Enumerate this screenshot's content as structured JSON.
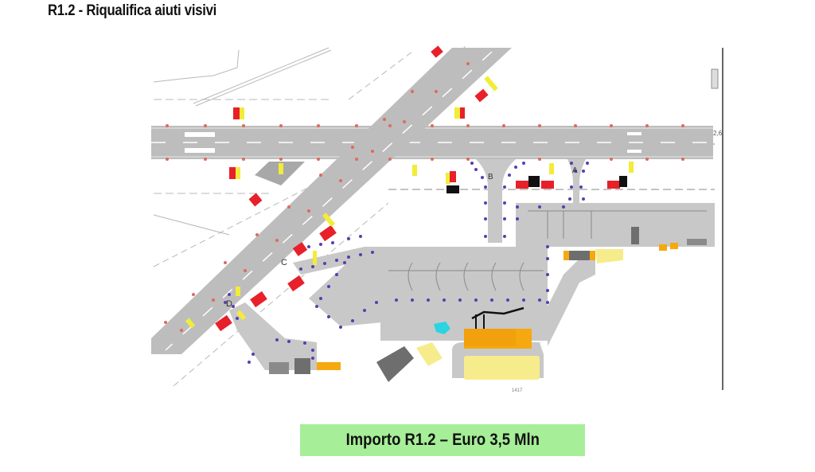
{
  "page": {
    "title": "R1.2 - Riqualifica aiuti visivi",
    "amount_label": "Importo R1.2 – Euro 3,5 Mln"
  },
  "map": {
    "taxiway_labels": [
      "A",
      "B",
      "C",
      "D"
    ],
    "edge_label": "2,6",
    "footer_code": "1417",
    "colors": {
      "pavement": "#c8c8c8",
      "runway": "#bdbdbd",
      "edge_light": "#e06a5a",
      "taxi_light": "#5a3db0",
      "sign_red": "#e8202a",
      "sign_yellow": "#f2ec3a",
      "building_orange": "#f5a90f",
      "building_yellow": "#f6ec8c",
      "building_dark": "#6e6e6e",
      "highlight_cyan": "#2ad4e0",
      "amount_bg": "#a6ee98"
    }
  }
}
